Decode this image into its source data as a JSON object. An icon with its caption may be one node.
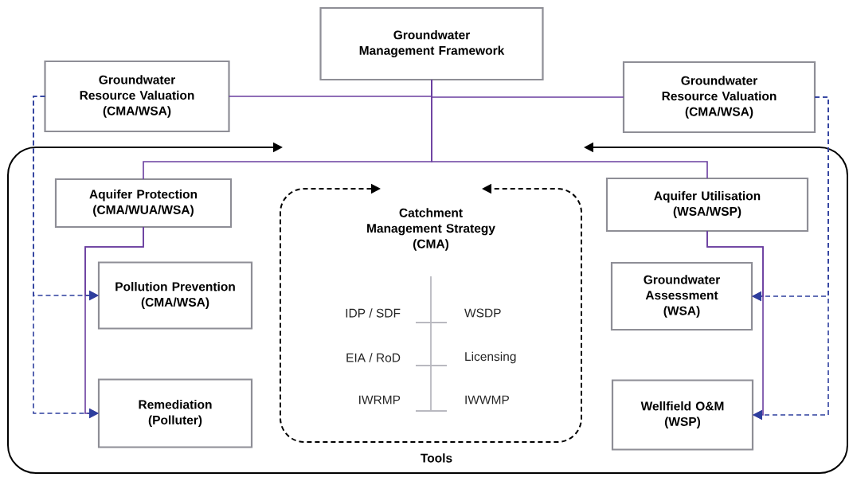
{
  "diagram": {
    "nodes": [
      {
        "text": [
          "Groundwater Management Framework"
        ]
      },
      {
        "text": [
          "Groundwater Resource Valuation",
          "(CMA/WSA)"
        ]
      },
      {
        "text": [
          "Groundwater Resource Valuation",
          "(CMA/WSA)"
        ]
      },
      {
        "text": [
          "Tools"
        ]
      },
      {
        "text": [
          "Catchment Management Strategy",
          "(CMA)"
        ],
        "in": 3
      },
      {
        "text": [
          "Aquifer Protection",
          "(CMA/WUA/WSA)"
        ],
        "in": 3
      },
      {
        "text": [
          "Aquifer Utilisation",
          "(WSA/WSP)"
        ],
        "in": 3
      },
      {
        "text": [
          "Pollution Prevention",
          "(CMA/WSA)"
        ],
        "in": 3
      },
      {
        "text": [
          "Remediation",
          "(Polluter)"
        ],
        "in": 3
      },
      {
        "text": [
          "Groundwater Assessment",
          "(WSA)"
        ],
        "in": 3
      },
      {
        "text": [
          "Wellfield O&M",
          "(WSP)"
        ],
        "in": 3
      }
    ],
    "edges": [
      {
        "from": 0,
        "to": 1,
        "arrow": "none"
      },
      {
        "from": 0,
        "to": 2,
        "arrow": "none"
      },
      {
        "from": 0,
        "to": 5,
        "arrow": "none"
      },
      {
        "from": 0,
        "to": 6,
        "arrow": "none"
      },
      {
        "from": 5,
        "to": 7,
        "arrow": "to"
      },
      {
        "from": 5,
        "to": 8,
        "arrow": "to"
      },
      {
        "from": 6,
        "to": 9,
        "arrow": "to"
      },
      {
        "from": 6,
        "to": 10,
        "arrow": "to"
      },
      {
        "from": 1,
        "to": 7,
        "arrow": "to",
        "style": "dashed",
        "color": "#2e3f9e"
      },
      {
        "from": 1,
        "to": 8,
        "arrow": "to",
        "style": "dashed",
        "color": "#2e3f9e"
      },
      {
        "from": 2,
        "to": 9,
        "arrow": "to",
        "style": "dashed",
        "color": "#2e3f9e"
      },
      {
        "from": 2,
        "to": 10,
        "arrow": "to",
        "style": "dashed",
        "color": "#2e3f9e"
      }
    ],
    "labels": [
      "IDP / SDF",
      "WSDP",
      "EIA / RoD",
      "Licensing",
      "IWRMP",
      "IWWMP"
    ]
  }
}
